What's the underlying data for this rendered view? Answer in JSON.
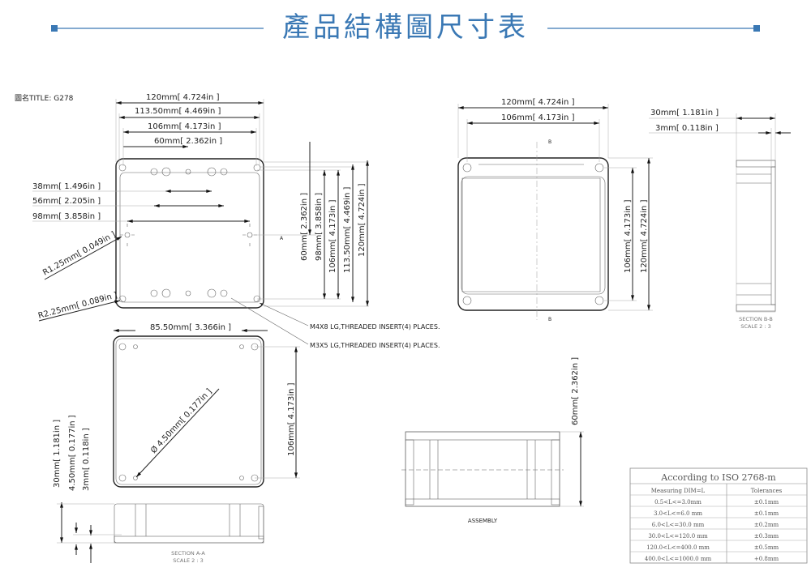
{
  "header": {
    "title": "產品結構圖尺寸表",
    "accent_color": "#3a78b4"
  },
  "drawing_title": "圖名TITLE: G278",
  "top_view": {
    "dims_horizontal": [
      "120mm[ 4.724in ]",
      "113.50mm[ 4.469in ]",
      "106mm[ 4.173in ]",
      "60mm[ 2.362in ]"
    ],
    "dims_left": [
      "38mm[ 1.496in ]",
      "56mm[ 2.205in ]",
      "98mm[ 3.858in ]"
    ],
    "dims_vertical": [
      "60mm[ 2.362in ]",
      "98mm[ 3.858in ]",
      "106mm[ 4.173in ]",
      "113.50mm[ 4.469in ]",
      "120mm[ 4.724in ]"
    ],
    "radius_1": "R1.25mm[ 0.049in ]",
    "radius_2": "R2.25mm[ 0.089in ]",
    "section_marker": "A",
    "notes": [
      "M4X8 LG,THREADED INSERT(4) PLACES.",
      "M3X5 LG,THREADED INSERT(4) PLACES."
    ]
  },
  "front_view": {
    "dims_horizontal": [
      "120mm[ 4.724in ]",
      "106mm[ 4.173in ]"
    ],
    "dims_vertical": [
      "106mm[ 4.173in ]",
      "120mm[ 4.724in ]"
    ],
    "section_marker": "B"
  },
  "section_b": {
    "dims": [
      "30mm[ 1.181in ]",
      "3mm[ 0.118in ]"
    ],
    "label": "SECTION B-B",
    "scale": "SCALE 2 : 3"
  },
  "bottom_view": {
    "dim_width": "85.50mm[ 3.366in ]",
    "dim_height": "106mm[ 4.173in ]",
    "diameter": "Ø 4.50mm[ 0.177in ]"
  },
  "section_a": {
    "dims": [
      "30mm[ 1.181in ]",
      "4.50mm[ 0.177in ]",
      "3mm[ 0.118in ]"
    ],
    "label": "SECTION A-A",
    "scale": "SCALE 2 : 3"
  },
  "assembly": {
    "dim_height": "60mm[ 2.362in ]",
    "label": "ASSEMBLY"
  },
  "tolerance_table": {
    "title": "According to ISO 2768-m",
    "headers": [
      "Measuring DIM=L",
      "Tolerances"
    ],
    "rows": [
      [
        "0.5<L<=3.0mm",
        "±0.1mm"
      ],
      [
        "3.0<L<=6.0 mm",
        "±0.1mm"
      ],
      [
        "6.0<L<=30.0 mm",
        "±0.2mm"
      ],
      [
        "30.0<L<=120.0 mm",
        "±0.3mm"
      ],
      [
        "120.0<L<=400.0 mm",
        "±0.5mm"
      ],
      [
        "400.0<L<=1000.0 mm",
        "+0.8mm"
      ]
    ]
  }
}
